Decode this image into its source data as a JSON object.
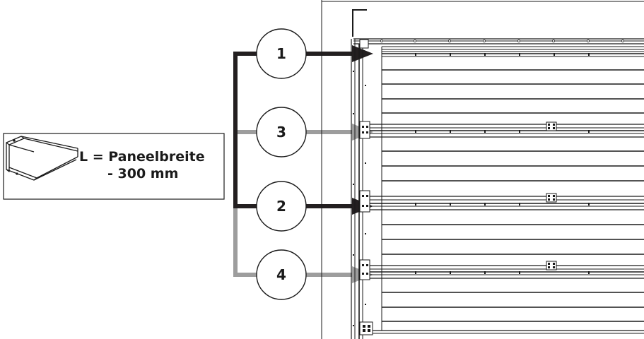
{
  "part_callout": {
    "formula_line1": "L = Paneelbreite",
    "formula_line2": "- 300 mm"
  },
  "steps": [
    {
      "number": "1",
      "tone": "dark"
    },
    {
      "number": "3",
      "tone": "grey"
    },
    {
      "number": "2",
      "tone": "dark"
    },
    {
      "number": "4",
      "tone": "grey"
    }
  ],
  "colors": {
    "dark_arrow": "#231f20",
    "grey_arrow": "#9d9d9d",
    "line": "#1a1a1a"
  }
}
